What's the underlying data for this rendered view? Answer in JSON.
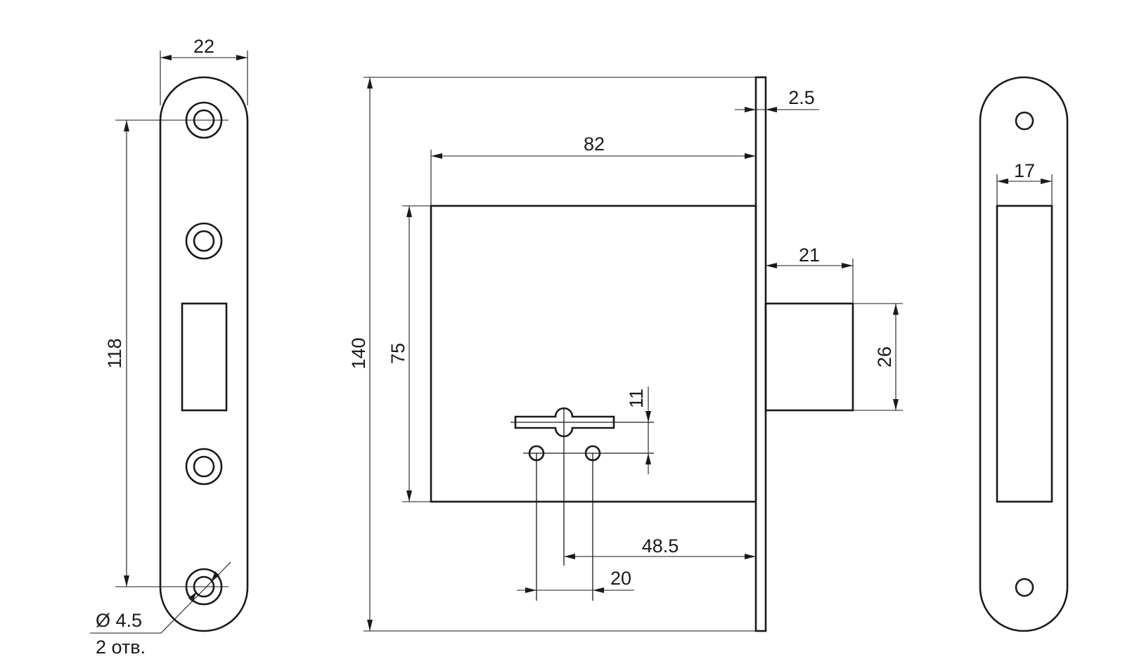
{
  "dimensions": {
    "faceplate_width": "22",
    "screw_spacing": "118",
    "screw_hole_diameter": "Ø 4.5",
    "screw_hole_count": "2 отв.",
    "overall_height": "140",
    "faceplate_thickness": "2.5",
    "body_depth": "82",
    "body_height": "75",
    "bolt_projection": "21",
    "bolt_height": "26",
    "keyhole_spacing": "11",
    "backset": "48.5",
    "pin_spacing": "20",
    "strike_opening_width": "17"
  },
  "colors": {
    "line": "#1a1a1a",
    "background": "#ffffff"
  }
}
